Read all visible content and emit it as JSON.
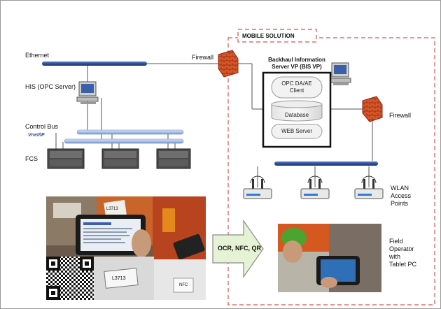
{
  "labels": {
    "ethernet": "Ethernet",
    "firewall_left": "Firewall",
    "his": "HIS (OPC Server)",
    "control_bus": "Control Bus",
    "vnet_logo": "Vnet/IP",
    "fcs": "FCS",
    "mobile_solution": "MOBILE SOLUTION",
    "bis_title_line1": "Backhaul Information",
    "bis_title_line2": "Server VP (BIS VP)",
    "opc_client_line1": "OPC DA/AE",
    "opc_client_line2": "Client",
    "database": "Database",
    "web_server": "WEB Server",
    "firewall_right": "Firewall",
    "wlan_line1": "WLAN",
    "wlan_line2": "Access",
    "wlan_line3": "Points",
    "ocr_arrow": "OCR, NFC, QR",
    "field_line1": "Field",
    "field_line2": "Operator",
    "field_line3": "with",
    "field_line4": "Tablet PC",
    "tag_a": "L3713",
    "tag_b": "L3713",
    "nfc": "NFC"
  },
  "colors": {
    "network_bar": "#2f4f9a",
    "network_bar_light": "#a9c1ea",
    "firewall": "#d9562a",
    "dashed_box": "#d9534f"
  }
}
